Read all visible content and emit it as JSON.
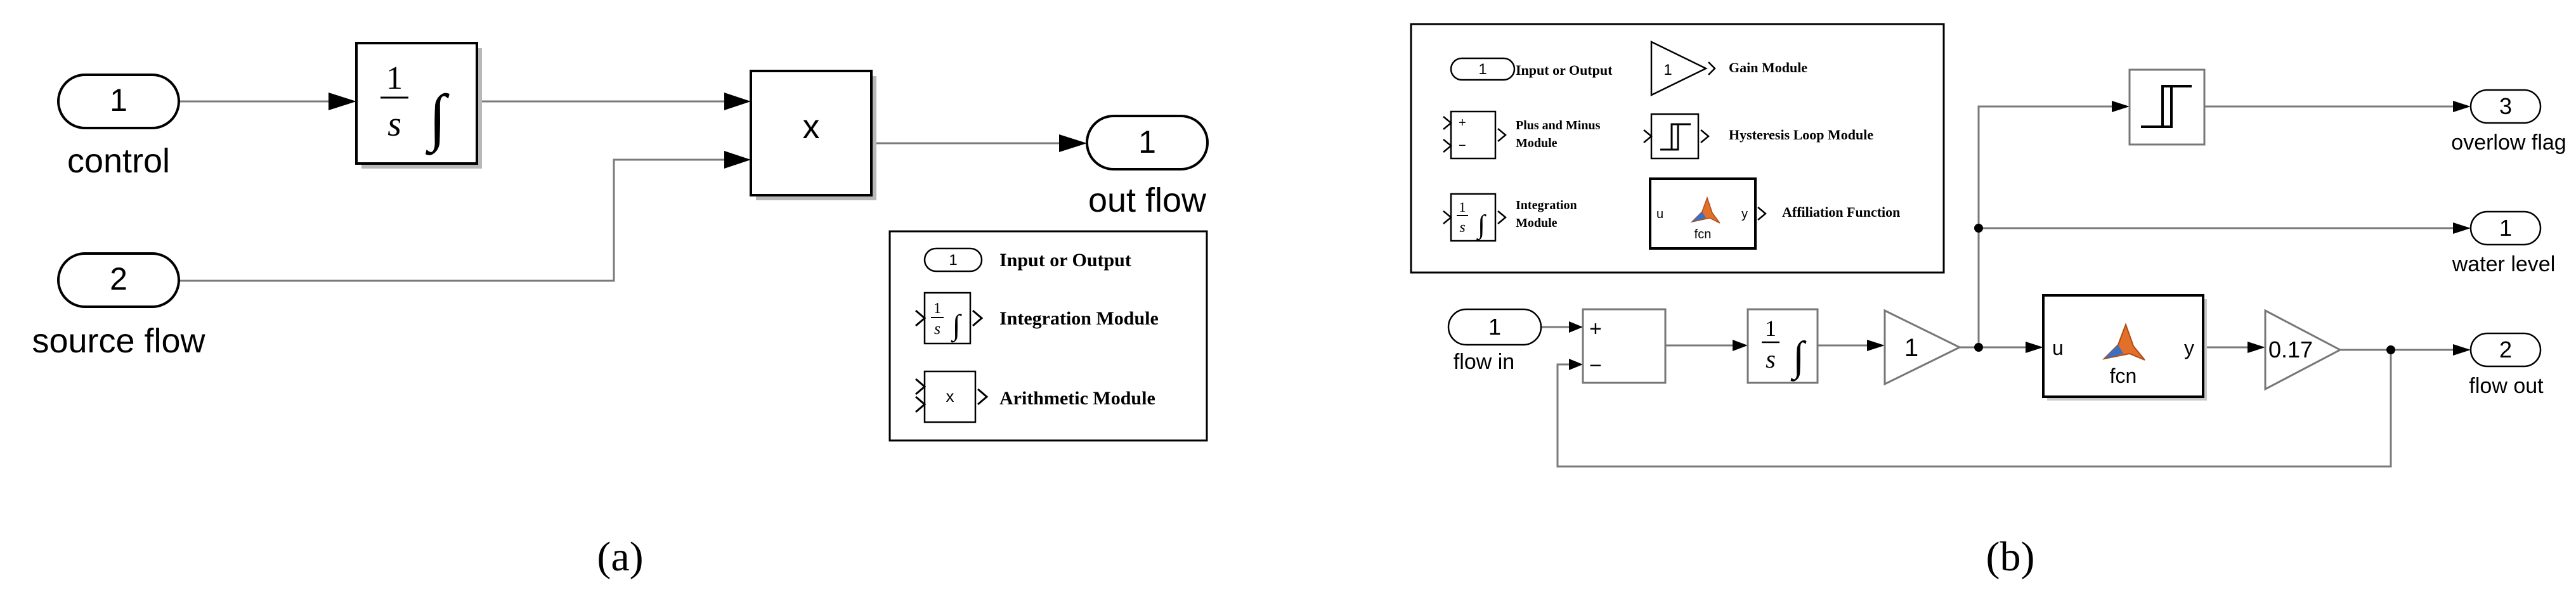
{
  "panel_a": {
    "caption": "(a)",
    "ports": {
      "control": {
        "number": "1",
        "label": "control"
      },
      "source_flow": {
        "number": "2",
        "label": "source flow"
      },
      "out_flow": {
        "number": "1",
        "label": "out flow"
      }
    },
    "integrator": {
      "numerator": "1",
      "denominator": "s",
      "symbol": "∫"
    },
    "product": {
      "symbol": "x"
    },
    "legend": {
      "io_number": "1",
      "io_label": "Input or Output",
      "int_numerator": "1",
      "int_denominator": "s",
      "int_symbol": "∫",
      "int_label": "Integration Module",
      "arith_symbol": "x",
      "arith_label": "Arithmetic Module"
    }
  },
  "panel_b": {
    "caption": "(b)",
    "ports": {
      "flow_in": {
        "number": "1",
        "label": "flow in"
      },
      "overflow_flag": {
        "number": "3",
        "label": "overlow flag"
      },
      "water_level": {
        "number": "1",
        "label": "water level"
      },
      "flow_out": {
        "number": "2",
        "label": "flow out"
      }
    },
    "sum": {
      "plus": "+",
      "minus": "−"
    },
    "integrator": {
      "numerator": "1",
      "denominator": "s",
      "symbol": "∫"
    },
    "gain1": {
      "value": "1"
    },
    "fcn": {
      "name": "fcn",
      "in_port": "u",
      "out_port": "y"
    },
    "gain2": {
      "value": "0.17"
    },
    "legend": {
      "io_number": "1",
      "io_label": "Input or Output",
      "gain_value": "1",
      "gain_label": "Gain Module",
      "sum_plus": "+",
      "sum_minus": "−",
      "sum_label_1": "Plus and Minus",
      "sum_label_2": "Module",
      "hyst_label": "Hysteresis Loop Module",
      "int_numerator": "1",
      "int_denominator": "s",
      "int_symbol": "∫",
      "int_label_1": "Integration",
      "int_label_2": "Module",
      "fcn_in": "u",
      "fcn_out": "y",
      "fcn_name": "fcn",
      "fcn_label": "Affiliation Function"
    }
  }
}
